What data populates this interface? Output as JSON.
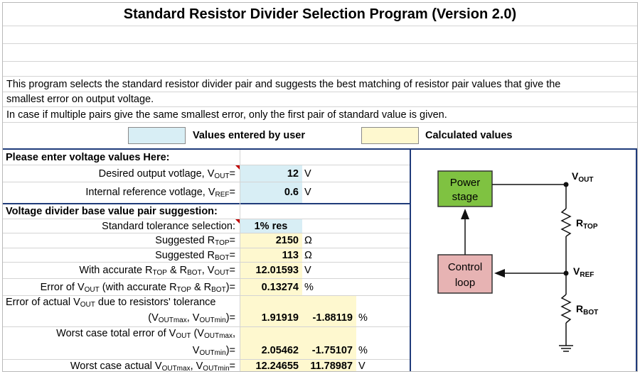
{
  "title": "Standard Resistor Divider Selection Program (Version 2.0)",
  "description": {
    "line1": "This program selects the standard resistor divider pair and suggests the best matching of resistor pair values that give the",
    "line2": "smallest error on output voltage.",
    "line3": "In case if multiple pairs give the same smallest error, only the first pair of standard value is given."
  },
  "legend": {
    "user_label": "Values entered by user",
    "calc_label": "Calculated values",
    "user_color": "#d8eef5",
    "calc_color": "#fef8cf"
  },
  "input_section": {
    "heading": "Please enter voltage values Here:",
    "vout": {
      "label_pre": "Desired output votlage, V",
      "label_sub": "OUT",
      "label_post": "=",
      "value": "12",
      "unit": "V"
    },
    "vref": {
      "label_pre": "Internal reference votlage, V",
      "label_sub": "REF",
      "label_post": "=",
      "value": "0.6",
      "unit": "V"
    }
  },
  "output_section": {
    "heading": "Voltage divider base value pair suggestion:",
    "tolerance": {
      "label": "Standard tolerance selection:",
      "value": "1% res"
    },
    "rtop": {
      "label_pre": "Suggested R",
      "label_sub": "TOP",
      "label_post": "=",
      "value": "2150",
      "unit": "Ω"
    },
    "rbot": {
      "label_pre": "Suggested R",
      "label_sub": "BOT",
      "label_post": "=",
      "value": "113",
      "unit": "Ω"
    },
    "accurate_vout": {
      "p1": "With accurate R",
      "s1": "TOP",
      "p2": " & R",
      "s2": "BOT",
      "p3": ", V",
      "s3": "OUT",
      "p4": "=",
      "value": "12.01593",
      "unit": "V"
    },
    "error_vout": {
      "p1": "Error of V",
      "s1": "OUT",
      "p2": " (with accurate R",
      "s2": "TOP",
      "p3": " & R",
      "s3": "BOT",
      "p4": ")=",
      "value": "0.13274",
      "unit": "%"
    },
    "tol_error": {
      "line1_pre": "Error of actual V",
      "line1_sub": "OUT",
      "line1_post": " due to resistors' tolerance",
      "line2_p1": "(V",
      "line2_s1": "OUTmax",
      "line2_p2": ", V",
      "line2_s2": "OUTmin",
      "line2_p3": ")=",
      "value_max": "1.91919",
      "value_min": "-1.88119",
      "unit": "%"
    },
    "worst_error": {
      "line1_p1": "Worst case total error of V",
      "line1_s1": "OUT",
      "line1_p2": " (V",
      "line1_s2": "OUTmax",
      "line1_p3": ",",
      "line2_p1": "V",
      "line2_s1": "OUTmin",
      "line2_p2": ")=",
      "value_max": "2.05462",
      "value_min": "-1.75107",
      "unit": "%"
    },
    "worst_actual": {
      "p1": "Worst case actual V",
      "s1": "OUTmax",
      "p2": ", V",
      "s2": "OUTmin",
      "p3": "=",
      "value_max": "12.24655",
      "value_min": "11.78987",
      "unit": "V"
    }
  },
  "diagram": {
    "power_line1": "Power",
    "power_line2": "stage",
    "control_line1": "Control",
    "control_line2": "loop",
    "vout_main": "V",
    "vout_sub": "OUT",
    "rtop_main": "R",
    "rtop_sub": "TOP",
    "vref_main": "V",
    "vref_sub": "REF",
    "rbot_main": "R",
    "rbot_sub": "BOT",
    "power_color": "#7fc241",
    "control_color": "#e7b3b3"
  }
}
